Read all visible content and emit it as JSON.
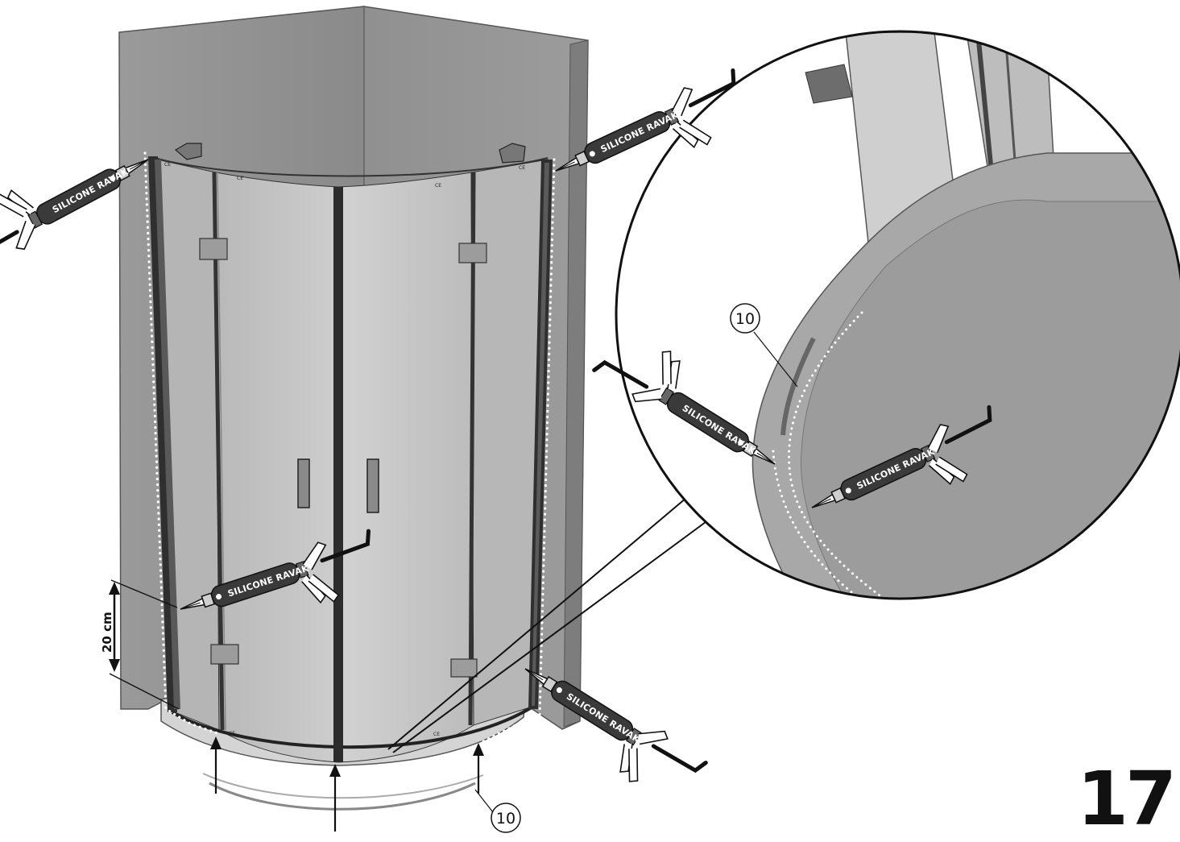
{
  "step_number": "17",
  "gun_label": "SILICONE RAVAK",
  "dimension_label": "20 cm",
  "callout_number": "10",
  "ce_mark": "CE",
  "colors": {
    "wall": "#8f8f8f",
    "wall_dark": "#7a7a7a",
    "glass": "#bdbdbd",
    "frame": "#333333",
    "tray": "#d6d6d6",
    "gun_body": "#3a3a3a",
    "silicone_dots": "#ffffff"
  }
}
